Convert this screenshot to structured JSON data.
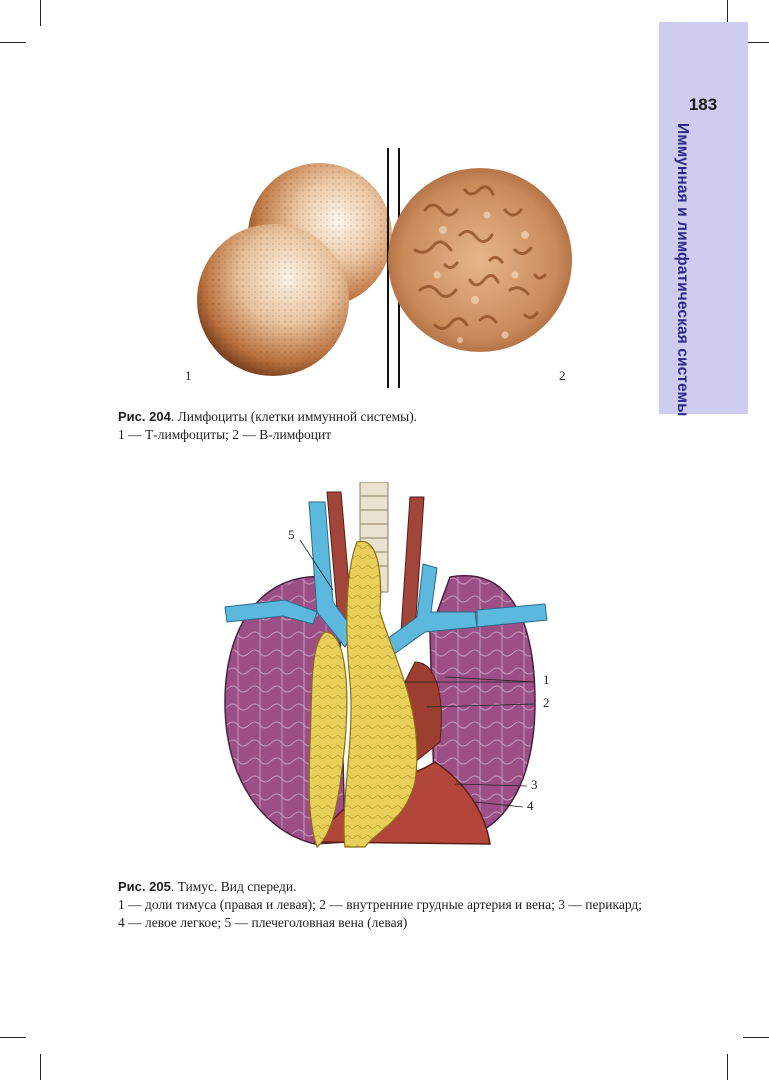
{
  "side_tab": {
    "page_number": "183",
    "section_title": "Иммунная и лимфатическая системы",
    "tab_color": "#cfcdef",
    "title_color": "#2c2a86"
  },
  "figure_204": {
    "label_1": "1",
    "label_2": "2",
    "caption_prefix": "Рис. 204",
    "caption_title": ". Лимфоциты (клетки иммунной системы).",
    "caption_legend": "1 — Т-лимфоциты; 2 — В-лимфоцит"
  },
  "figure_205": {
    "labels": [
      "5",
      "1",
      "2",
      "3",
      "4"
    ],
    "caption_prefix": "Рис. 205",
    "caption_title": ". Тимус. Вид спереди.",
    "caption_legend": "1 — доли тимуса (правая и левая); 2 — внутренние грудные артерия и вена; 3 — перикард; 4 — левое легкое; 5 — плечеголовная вена (левая)"
  },
  "colors": {
    "lung": "#9b4f86",
    "thymus": "#e7cf5a",
    "vein": "#5cb8dd",
    "artery": "#a2453a",
    "pericardium": "#b3463a",
    "cell_tan": "#c9885a"
  }
}
